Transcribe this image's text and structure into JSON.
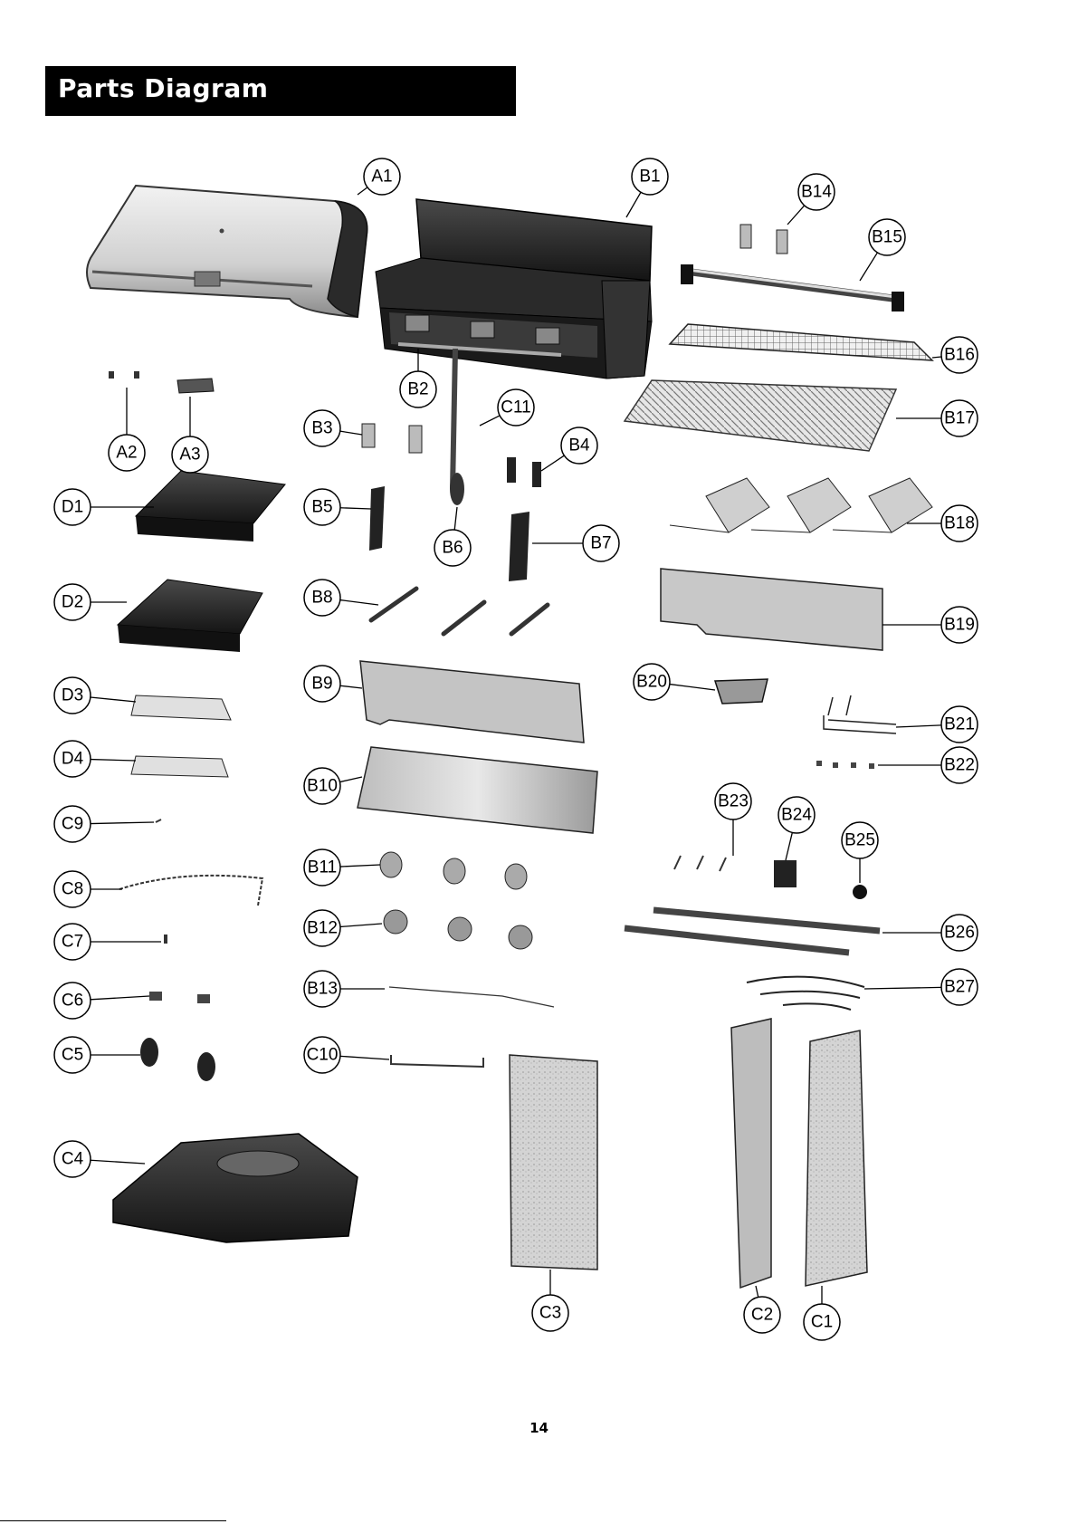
{
  "header": {
    "title": "Parts Diagram"
  },
  "footer": {
    "page_number": "14"
  },
  "parts": [
    {
      "id": "A1",
      "label": "A1"
    },
    {
      "id": "A2",
      "label": "A2"
    },
    {
      "id": "A3",
      "label": "A3"
    },
    {
      "id": "B1",
      "label": "B1"
    },
    {
      "id": "B2",
      "label": "B2"
    },
    {
      "id": "B3",
      "label": "B3"
    },
    {
      "id": "B4",
      "label": "B4"
    },
    {
      "id": "B5",
      "label": "B5"
    },
    {
      "id": "B6",
      "label": "B6"
    },
    {
      "id": "B7",
      "label": "B7"
    },
    {
      "id": "B8",
      "label": "B8"
    },
    {
      "id": "B9",
      "label": "B9"
    },
    {
      "id": "B10",
      "label": "B10"
    },
    {
      "id": "B11",
      "label": "B11"
    },
    {
      "id": "B12",
      "label": "B12"
    },
    {
      "id": "B13",
      "label": "B13"
    },
    {
      "id": "B14",
      "label": "B14"
    },
    {
      "id": "B15",
      "label": "B15"
    },
    {
      "id": "B16",
      "label": "B16"
    },
    {
      "id": "B17",
      "label": "B17"
    },
    {
      "id": "B18",
      "label": "B18"
    },
    {
      "id": "B19",
      "label": "B19"
    },
    {
      "id": "B20",
      "label": "B20"
    },
    {
      "id": "B21",
      "label": "B21"
    },
    {
      "id": "B22",
      "label": "B22"
    },
    {
      "id": "B23",
      "label": "B23"
    },
    {
      "id": "B24",
      "label": "B24"
    },
    {
      "id": "B25",
      "label": "B25"
    },
    {
      "id": "B26",
      "label": "B26"
    },
    {
      "id": "B27",
      "label": "B27"
    },
    {
      "id": "C1",
      "label": "C1"
    },
    {
      "id": "C2",
      "label": "C2"
    },
    {
      "id": "C3",
      "label": "C3"
    },
    {
      "id": "C4",
      "label": "C4"
    },
    {
      "id": "C5",
      "label": "C5"
    },
    {
      "id": "C6",
      "label": "C6"
    },
    {
      "id": "C7",
      "label": "C7"
    },
    {
      "id": "C8",
      "label": "C8"
    },
    {
      "id": "C9",
      "label": "C9"
    },
    {
      "id": "C10",
      "label": "C10"
    },
    {
      "id": "C11",
      "label": "C11"
    },
    {
      "id": "D1",
      "label": "D1"
    },
    {
      "id": "D2",
      "label": "D2"
    },
    {
      "id": "D3",
      "label": "D3"
    },
    {
      "id": "D4",
      "label": "D4"
    }
  ]
}
